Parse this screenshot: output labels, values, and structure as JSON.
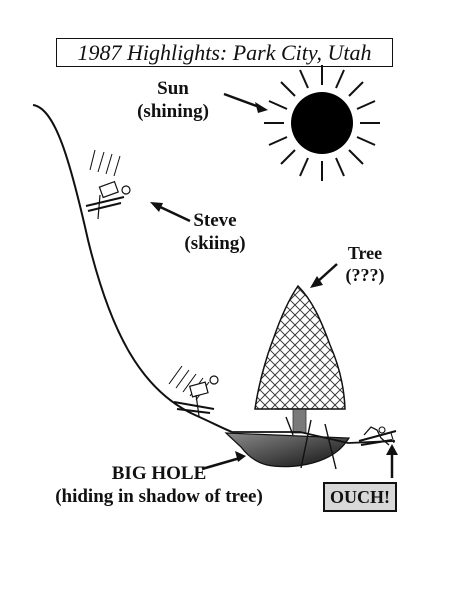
{
  "title": "1987 Highlights: Park City, Utah",
  "labels": {
    "sun_line1": "Sun",
    "sun_line2": "(shining)",
    "steve_line1": "Steve",
    "steve_line2": "(skiing)",
    "tree_line1": "Tree",
    "tree_line2": "(???)",
    "hole_line1": "BIG HOLE",
    "hole_line2": "(hiding in shadow of tree)"
  },
  "callout": "OUCH!",
  "icons": [
    "sun-icon",
    "skier-icon",
    "tree-icon",
    "hole-shape",
    "fallen-skier-icon",
    "arrow-icon"
  ],
  "colors": {
    "ink": "#111111",
    "callout_bg": "#d8d8d8",
    "shadow": "#555555"
  }
}
